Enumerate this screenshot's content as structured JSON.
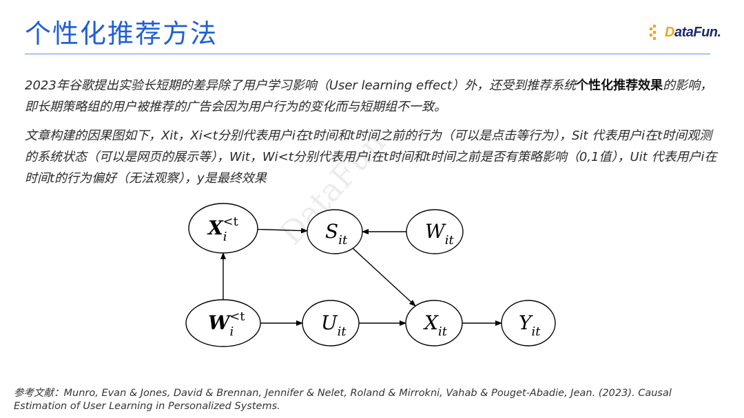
{
  "title": "个性化推荐方法",
  "logo": {
    "prefix": "D",
    "text": "ataFun."
  },
  "paragraph1": {
    "before": "2023年谷歌提出实验长短期的差异除了用户学习影响（User learning effect）外，还受到推荐系统",
    "bold": "个性化推荐效果",
    "after": "的影响，即长期策略组的用户被推荐的广告会因为用户行为的变化而与短期组不一致。"
  },
  "paragraph2": "文章构建的因果图如下，Xit，Xi<t分别代表用户i在t时间和t时间之前的行为（可以是点击等行为），Sit 代表用户i在t时间观测的系统状态（可以是网页的展示等），Wit，Wi<t分别代表用户i在t时间和t时间之前是否有策略影响（0,1值），Uit 代表用户i在时间t的行为偏好（无法观察），y是最终效果",
  "diagram": {
    "nodes": {
      "x_past": {
        "base": "X",
        "sub": "i",
        "sup": "<t"
      },
      "s": {
        "base": "S",
        "sub": "it"
      },
      "w_now": {
        "base": "W",
        "sub": "it"
      },
      "w_past": {
        "base": "W",
        "sub": "i",
        "sup": "<t"
      },
      "u": {
        "base": "U",
        "sub": "it"
      },
      "x_now": {
        "base": "X",
        "sub": "it"
      },
      "y": {
        "base": "Y",
        "sub": "it"
      }
    },
    "edges": [
      [
        "x_past",
        "s"
      ],
      [
        "w_now",
        "s"
      ],
      [
        "w_past",
        "x_past"
      ],
      [
        "w_past",
        "u"
      ],
      [
        "u",
        "x_now"
      ],
      [
        "s",
        "x_now"
      ],
      [
        "x_now",
        "y"
      ]
    ]
  },
  "watermark": "DataFun.",
  "reference": "参考文献：Munro, Evan & Jones, David & Brennan, Jennifer & Nelet, Roland & Mirrokni, Vahab & Pouget-Abadie, Jean. (2023). Causal Estimation of User Learning in Personalized Systems."
}
